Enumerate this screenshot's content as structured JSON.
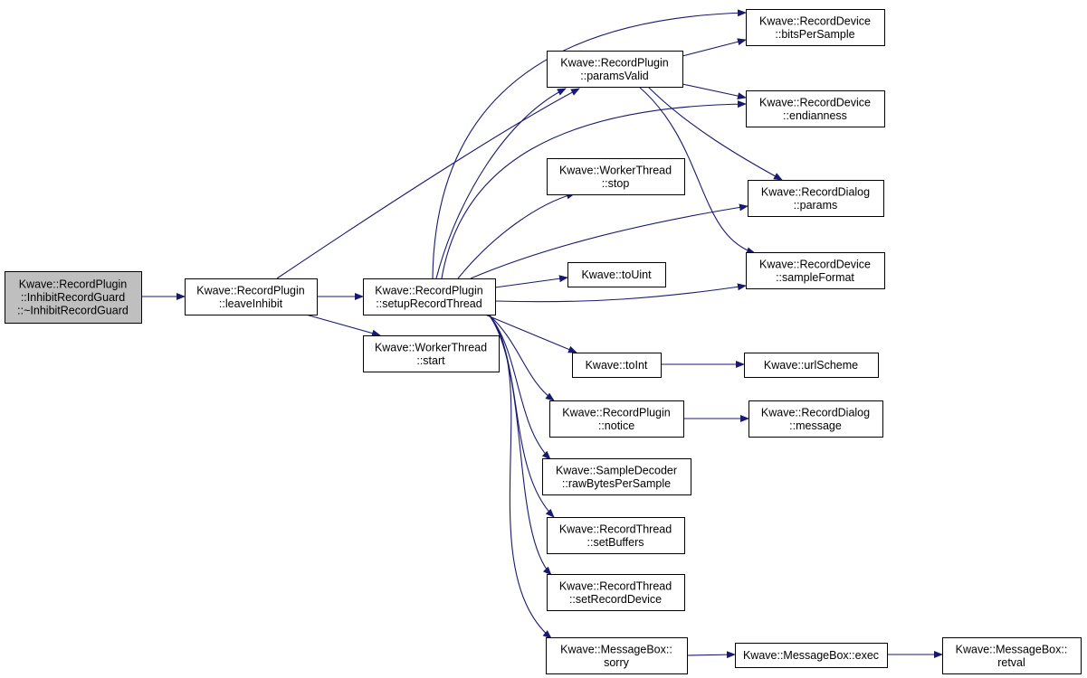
{
  "colors": {
    "edge": "#191970",
    "root_fill": "#bfbfbf",
    "node_fill": "#ffffff",
    "node_border": "#000000"
  },
  "nodes": {
    "root": {
      "lines": [
        "Kwave::RecordPlugin",
        "::InhibitRecordGuard",
        "::~InhibitRecordGuard"
      ]
    },
    "leaveInhibit": {
      "lines": [
        "Kwave::RecordPlugin",
        "::leaveInhibit"
      ]
    },
    "setupRecord": {
      "lines": [
        "Kwave::RecordPlugin",
        "::setupRecordThread"
      ]
    },
    "wtStart": {
      "lines": [
        "Kwave::WorkerThread",
        "::start"
      ]
    },
    "paramsValid": {
      "lines": [
        "Kwave::RecordPlugin",
        "::paramsValid"
      ]
    },
    "wtStop": {
      "lines": [
        "Kwave::WorkerThread",
        "::stop"
      ]
    },
    "toUint": {
      "lines": [
        "Kwave::toUint"
      ]
    },
    "toInt": {
      "lines": [
        "Kwave::toInt"
      ]
    },
    "notice": {
      "lines": [
        "Kwave::RecordPlugin",
        "::notice"
      ]
    },
    "rawBytes": {
      "lines": [
        "Kwave::SampleDecoder",
        "::rawBytesPerSample"
      ]
    },
    "setBuffers": {
      "lines": [
        "Kwave::RecordThread",
        "::setBuffers"
      ]
    },
    "setRecDev": {
      "lines": [
        "Kwave::RecordThread",
        "::setRecordDevice"
      ]
    },
    "sorry": {
      "lines": [
        "Kwave::MessageBox::",
        "sorry"
      ]
    },
    "bitsPerSample": {
      "lines": [
        "Kwave::RecordDevice",
        "::bitsPerSample"
      ]
    },
    "endianness": {
      "lines": [
        "Kwave::RecordDevice",
        "::endianness"
      ]
    },
    "params": {
      "lines": [
        "Kwave::RecordDialog",
        "::params"
      ]
    },
    "sampleFormat": {
      "lines": [
        "Kwave::RecordDevice",
        "::sampleFormat"
      ]
    },
    "urlScheme": {
      "lines": [
        "Kwave::urlScheme"
      ]
    },
    "message": {
      "lines": [
        "Kwave::RecordDialog",
        "::message"
      ]
    },
    "exec": {
      "lines": [
        "Kwave::MessageBox::exec"
      ]
    },
    "retval": {
      "lines": [
        "Kwave::MessageBox::",
        "retval"
      ]
    }
  },
  "edges": [
    [
      "root",
      "leaveInhibit"
    ],
    [
      "leaveInhibit",
      "setupRecord"
    ],
    [
      "leaveInhibit",
      "wtStart"
    ],
    [
      "leaveInhibit",
      "paramsValid"
    ],
    [
      "setupRecord",
      "paramsValid"
    ],
    [
      "setupRecord",
      "bitsPerSample"
    ],
    [
      "setupRecord",
      "endianness"
    ],
    [
      "setupRecord",
      "wtStop"
    ],
    [
      "setupRecord",
      "params"
    ],
    [
      "setupRecord",
      "toUint"
    ],
    [
      "setupRecord",
      "sampleFormat"
    ],
    [
      "setupRecord",
      "toInt"
    ],
    [
      "setupRecord",
      "notice"
    ],
    [
      "setupRecord",
      "rawBytes"
    ],
    [
      "setupRecord",
      "setBuffers"
    ],
    [
      "setupRecord",
      "setRecDev"
    ],
    [
      "setupRecord",
      "sorry"
    ],
    [
      "paramsValid",
      "bitsPerSample"
    ],
    [
      "paramsValid",
      "endianness"
    ],
    [
      "paramsValid",
      "params"
    ],
    [
      "paramsValid",
      "sampleFormat"
    ],
    [
      "toInt",
      "urlScheme"
    ],
    [
      "notice",
      "message"
    ],
    [
      "sorry",
      "exec"
    ],
    [
      "exec",
      "retval"
    ]
  ]
}
